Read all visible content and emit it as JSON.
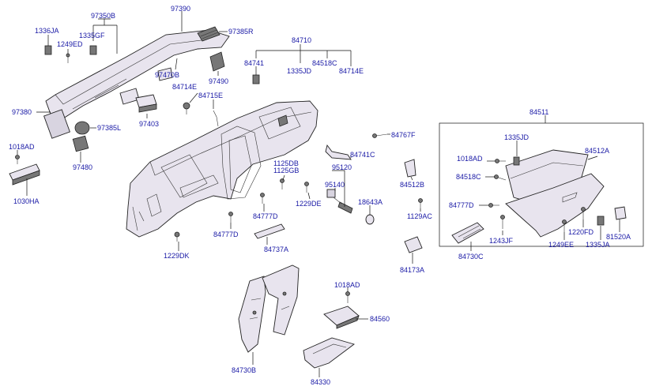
{
  "callouts": [
    {
      "id": "97390",
      "text": "97390"
    },
    {
      "id": "97350b",
      "text": "97350B"
    },
    {
      "id": "1336ja",
      "text": "1336JA"
    },
    {
      "id": "1335gf",
      "text": "1335GF"
    },
    {
      "id": "1249ed",
      "text": "1249ED"
    },
    {
      "id": "97385r",
      "text": "97385R"
    },
    {
      "id": "84710",
      "text": "84710"
    },
    {
      "id": "84741",
      "text": "84741"
    },
    {
      "id": "84518c_top",
      "text": "84518C"
    },
    {
      "id": "1335jd_top",
      "text": "1335JD"
    },
    {
      "id": "84714e_top",
      "text": "84714E"
    },
    {
      "id": "97470b",
      "text": "97470B"
    },
    {
      "id": "97490",
      "text": "97490"
    },
    {
      "id": "84714e_mid",
      "text": "84714E"
    },
    {
      "id": "84715e",
      "text": "84715E"
    },
    {
      "id": "97380",
      "text": "97380"
    },
    {
      "id": "97385l",
      "text": "97385L"
    },
    {
      "id": "97403",
      "text": "97403"
    },
    {
      "id": "1018ad_left",
      "text": "1018AD"
    },
    {
      "id": "97480",
      "text": "97480"
    },
    {
      "id": "1030ha",
      "text": "1030HA"
    },
    {
      "id": "84767f",
      "text": "84767F"
    },
    {
      "id": "84741c",
      "text": "84741C"
    },
    {
      "id": "1125db",
      "text": "1125DB"
    },
    {
      "id": "1125gb",
      "text": "1125GB"
    },
    {
      "id": "95120",
      "text": "95120"
    },
    {
      "id": "95140",
      "text": "95140"
    },
    {
      "id": "1229de",
      "text": "1229DE"
    },
    {
      "id": "18643a",
      "text": "18643A"
    },
    {
      "id": "84777d_mid",
      "text": "84777D"
    },
    {
      "id": "84777d_left",
      "text": "84777D"
    },
    {
      "id": "84737a",
      "text": "84737A"
    },
    {
      "id": "1229dk",
      "text": "1229DK"
    },
    {
      "id": "84512b",
      "text": "84512B"
    },
    {
      "id": "1129ac",
      "text": "1129AC"
    },
    {
      "id": "84173a",
      "text": "84173A"
    },
    {
      "id": "84511",
      "text": "84511"
    },
    {
      "id": "1335jd_box",
      "text": "1335JD"
    },
    {
      "id": "1018ad_box",
      "text": "1018AD"
    },
    {
      "id": "84512a",
      "text": "84512A"
    },
    {
      "id": "84518c_box",
      "text": "84518C"
    },
    {
      "id": "84777d_box",
      "text": "84777D"
    },
    {
      "id": "1243jf",
      "text": "1243JF"
    },
    {
      "id": "1220fd",
      "text": "1220FD"
    },
    {
      "id": "1249ee",
      "text": "1249EE"
    },
    {
      "id": "1335ja",
      "text": "1335JA"
    },
    {
      "id": "81520a",
      "text": "81520A"
    },
    {
      "id": "84730c",
      "text": "84730C"
    },
    {
      "id": "1018ad_low",
      "text": "1018AD"
    },
    {
      "id": "84560",
      "text": "84560"
    },
    {
      "id": "84730b",
      "text": "84730B"
    },
    {
      "id": "84330",
      "text": "84330"
    }
  ]
}
